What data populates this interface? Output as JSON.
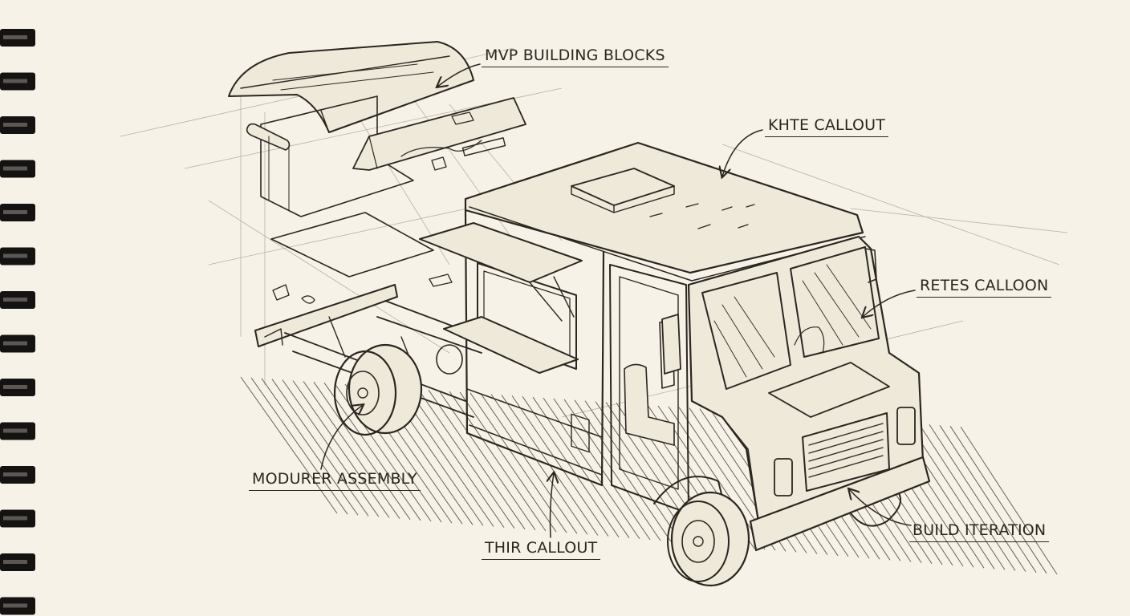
{
  "colors": {
    "paper": "#f6f2e7",
    "ink": "#2b2620",
    "pencil": "#6b6357",
    "guide": "#b9b1a2"
  },
  "callouts": {
    "mvp_building_blocks": "MVP BUILDING BLOCKS",
    "khte_callout": "KHTE CALLOUT",
    "retes_calloon": "RETES CALLOON",
    "modurer_assembly": "MODURER ASSEMBLY",
    "thir_callout": "THIR CALLOUT",
    "build_iteration": "BUILD ITERATION"
  },
  "icons": [
    "spiral-binding-icon",
    "arrow-icon"
  ]
}
